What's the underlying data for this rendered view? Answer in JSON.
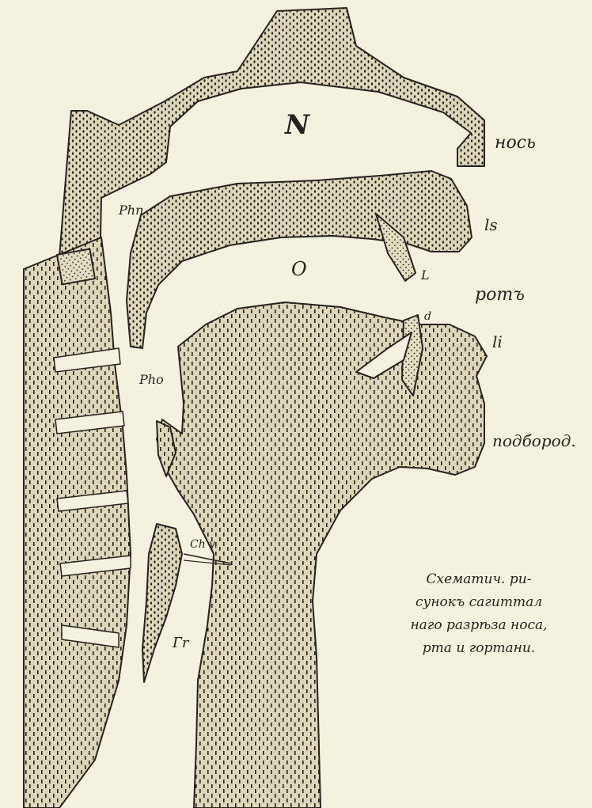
{
  "labels": {
    "N": "N",
    "nos": "нось",
    "Phn": "Phn",
    "ls": "ls",
    "O": "O",
    "L": "L",
    "rot": "ротъ",
    "Pho": "Pho",
    "d": "d",
    "li": "li",
    "podborod": "подбород.",
    "Ch": "Ch v.",
    "Gr": "Гr"
  },
  "caption": [
    "Схематич. ри-",
    "сунокъ сагиттал",
    "наго разрѣза носа,",
    "рта и гортани."
  ],
  "colors": {
    "paper": "#f4f1de",
    "ink": "#262220",
    "stipple": "#d8d2b4"
  }
}
